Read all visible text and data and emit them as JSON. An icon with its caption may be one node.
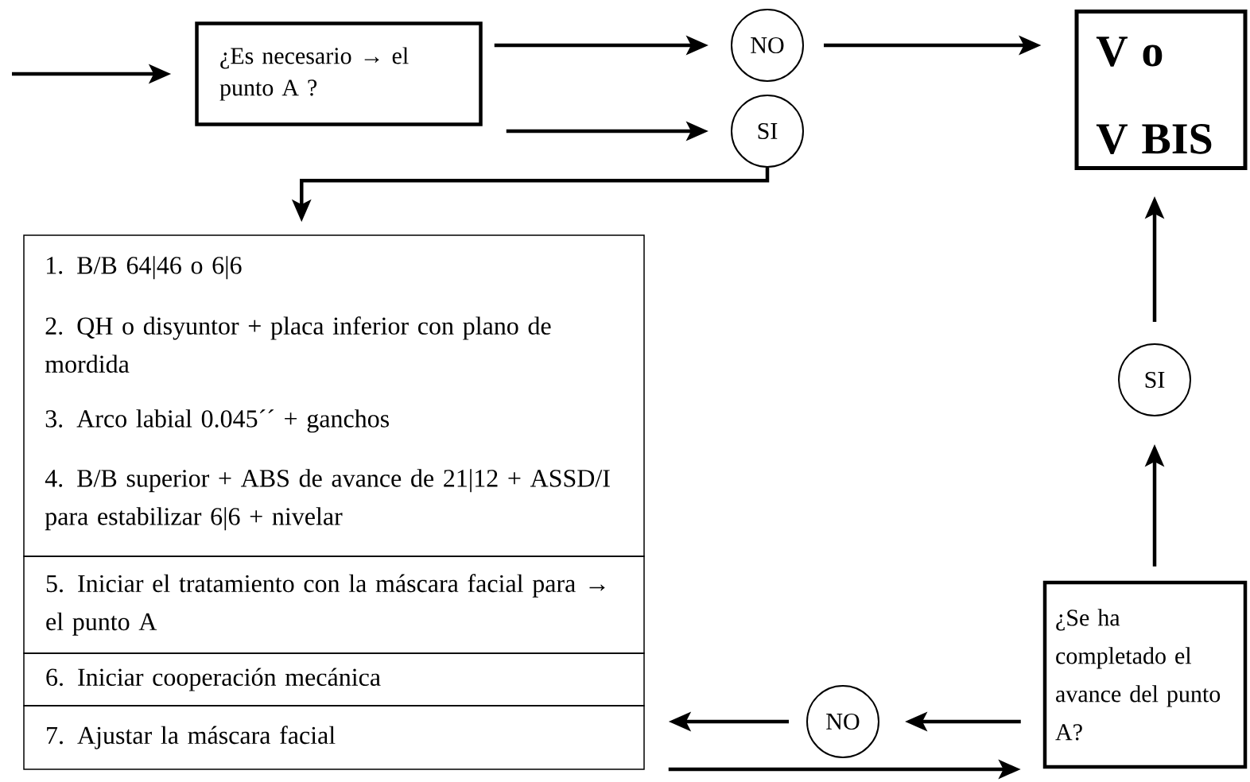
{
  "diagram": {
    "nodes": [
      {
        "text": [
          "¿Es necesario → el punto A ?"
        ]
      },
      {
        "text": [
          "NO"
        ]
      },
      {
        "text": [
          "SI"
        ]
      },
      {
        "text": [
          "V o",
          "V BIS"
        ]
      },
      {
        "text": [
          "1. B/B 64|46 o 6|6",
          "2. QH o disyuntor + placa inferior con plano de mordida",
          "3. Arco labial 0.045´´ + ganchos",
          "4. B/B superior + ABS de avance de 21|12 + ASSD/I para estabilizar 6|6 + nivelar"
        ]
      },
      {
        "text": [
          "5. Iniciar el tratamiento con la máscara facial para → el punto A"
        ]
      },
      {
        "text": [
          "6. Iniciar cooperación mecánica"
        ]
      },
      {
        "text": [
          "7. Ajustar la máscara facial"
        ]
      },
      {
        "text": [
          "SI"
        ]
      },
      {
        "text": [
          "¿Se ha completado el avance del punto A?"
        ]
      },
      {
        "text": [
          "NO"
        ]
      }
    ],
    "edges": [
      {
        "from": null,
        "to": 0,
        "arrow": "to"
      },
      {
        "from": 0,
        "to": 1,
        "arrow": "to"
      },
      {
        "from": 0,
        "to": 2,
        "arrow": "to"
      },
      {
        "from": 1,
        "to": 3,
        "arrow": "to"
      },
      {
        "from": 2,
        "to": 4,
        "arrow": "to"
      },
      {
        "from": 9,
        "to": 8,
        "arrow": "to"
      },
      {
        "from": 8,
        "to": 3,
        "arrow": "to"
      },
      {
        "from": 9,
        "to": 10,
        "arrow": "to"
      },
      {
        "from": 10,
        "to": 7,
        "arrow": "to"
      },
      {
        "from": 7,
        "to": 9,
        "arrow": "to"
      }
    ]
  }
}
